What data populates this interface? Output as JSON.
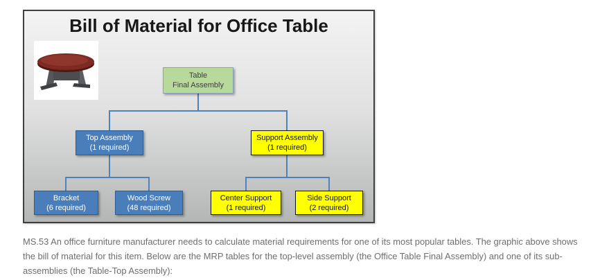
{
  "figure": {
    "title": "Bill of Material for Office Table",
    "photo": "office-table-product-photo",
    "tree": {
      "root": {
        "label": "Table",
        "sublabel": "Final Assembly"
      },
      "level2": [
        {
          "label": "Top Assembly",
          "sublabel": "(1 required)"
        },
        {
          "label": "Support Assembly",
          "sublabel": "(1 required)"
        }
      ],
      "level3": [
        {
          "label": "Bracket",
          "sublabel": "(6 required)",
          "parent": "Top Assembly"
        },
        {
          "label": "Wood Screw",
          "sublabel": "(48 required)",
          "parent": "Top Assembly"
        },
        {
          "label": "Center Support",
          "sublabel": "(1 required)",
          "parent": "Support Assembly"
        },
        {
          "label": "Side Support",
          "sublabel": "(2 required)",
          "parent": "Support Assembly"
        }
      ]
    },
    "colors": {
      "root_fill": "#b7d99c",
      "top_branch_fill": "#4a7ebb",
      "support_branch_fill": "#ffff00",
      "connector": "#4f81bd",
      "figure_border": "#3f3f3f"
    }
  },
  "caption": "MS.53 An office furniture manufacturer needs to calculate material requirements for one of its most popular tables. The graphic above shows the bill of material for this item. Below are the MRP tables for the top-level assembly (the Office Table Final Assembly) and one of its sub-assemblies (the Table-Top Assembly):"
}
